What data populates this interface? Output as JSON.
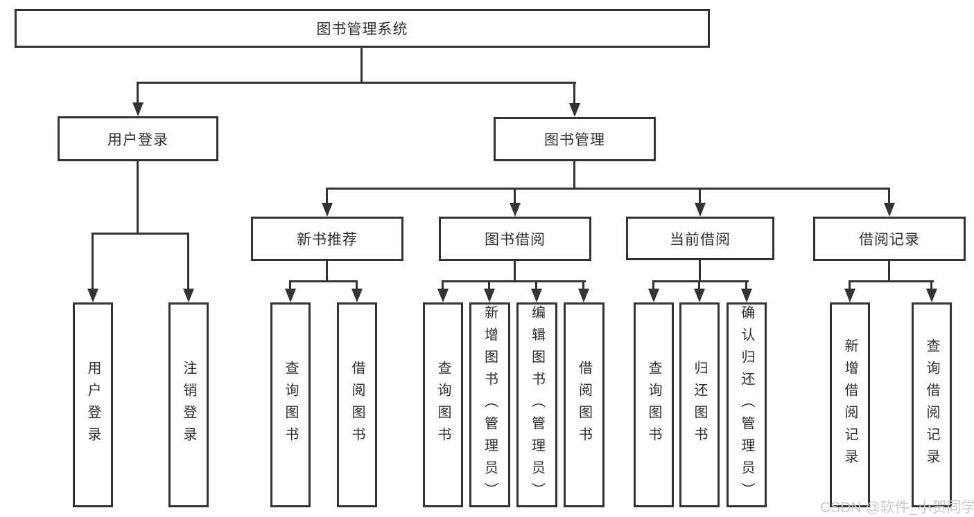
{
  "diagram": {
    "root": {
      "label": "图书管理系统"
    },
    "branches": [
      {
        "label": "用户登录",
        "children": [
          "用户登录",
          "注销登录"
        ]
      },
      {
        "label": "图书管理"
      }
    ],
    "modules": [
      {
        "label": "新书推荐",
        "children": [
          "查询图书",
          "借阅图书"
        ]
      },
      {
        "label": "图书借阅",
        "children": [
          "查询图书",
          "新增图书（管理员）",
          "编辑图书（管理员）",
          "借阅图书"
        ]
      },
      {
        "label": "当前借阅",
        "children": [
          "查询图书",
          "归还图书",
          "确认归还（管理员）"
        ]
      },
      {
        "label": "借阅记录",
        "children": [
          "新增借阅记录",
          "查询借阅记录"
        ]
      }
    ]
  },
  "watermark": {
    "text": "CSDN @软件_小贺同学"
  },
  "colors": {
    "line": "#333333",
    "text": "#2f2f2f",
    "watermark": "#c9c9c9",
    "background": "#ffffff"
  }
}
